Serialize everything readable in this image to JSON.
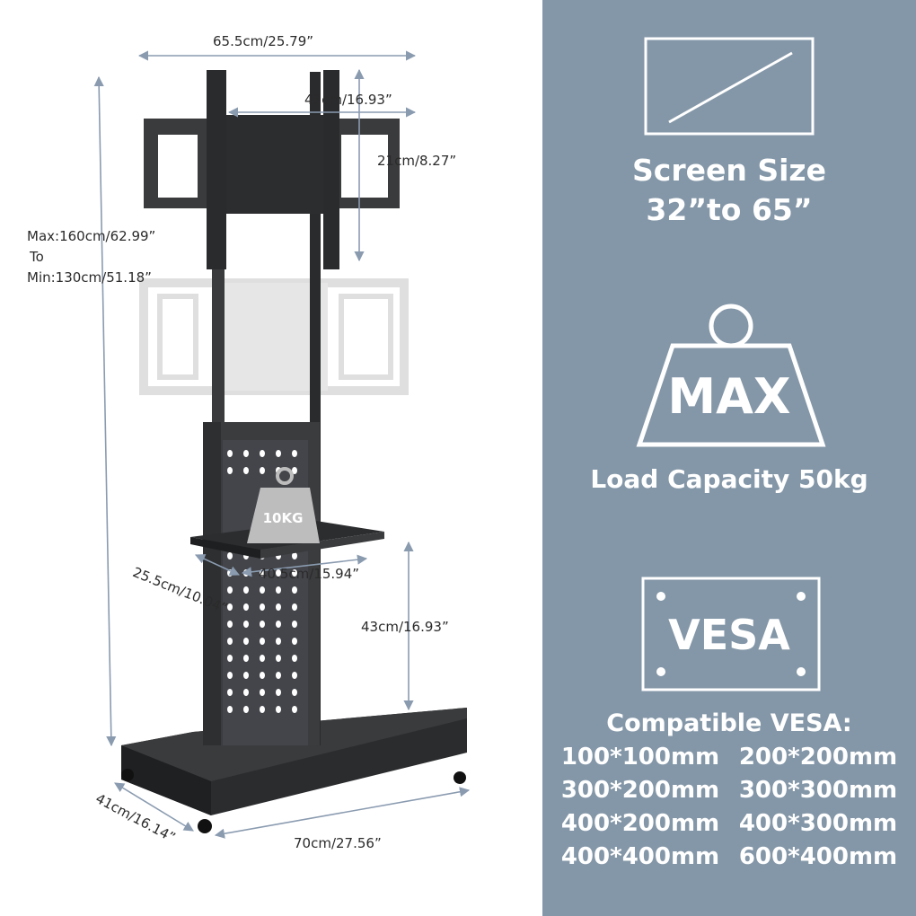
{
  "colors": {
    "panel_bg": "#8497a8",
    "panel_fg": "#ffffff",
    "stand": "#2e2f31",
    "dimension_line": "#8a9bb0",
    "text": "#2b2b2b"
  },
  "dimensions": {
    "top_width": "65.5cm/25.79”",
    "bracket_width": "43cm/16.93”",
    "bracket_height": "21cm/8.27”",
    "height_max": "Max:160cm/62.99”",
    "height_to": "To",
    "height_min": "Min:130cm/51.18”",
    "shelf_depth": "25.5cm/10.04”",
    "shelf_width": "40.5cm/15.94”",
    "shelf_height": "43cm/16.93”",
    "base_depth": "41cm/16.14”",
    "base_width": "70cm/27.56”",
    "shelf_load": "10KG"
  },
  "panel": {
    "screen_size_label": "Screen Size",
    "screen_size_range": "32”to 65”",
    "max_label": "MAX",
    "load_capacity": "Load Capacity 50kg",
    "vesa_label": "VESA",
    "compatible_title": "Compatible VESA:",
    "vesa_sizes": [
      "100*100mm",
      "200*200mm",
      "300*200mm",
      "300*300mm",
      "400*200mm",
      "400*300mm",
      "400*400mm",
      "600*400mm"
    ]
  },
  "icons": [
    "screen-size-icon",
    "weight-icon",
    "vesa-icon",
    "arrow-icon"
  ]
}
